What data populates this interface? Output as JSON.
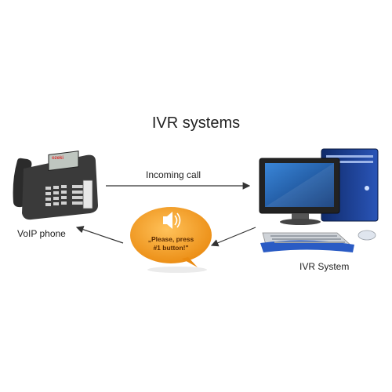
{
  "title": "IVR systems",
  "labels": {
    "incoming_call": "Incoming call",
    "voip_phone": "VoIP phone",
    "ivr_system": "IVR System"
  },
  "bubble": {
    "line1": "„Please, press",
    "line2": "#1 button!\""
  },
  "phone_brand": "ozeki",
  "colors": {
    "bubble": "#f39a1c",
    "monitor_screen": "#1f5fae",
    "tower": "#1a3a8c",
    "keyboard_base": "#2a5bc4"
  },
  "icons": [
    "phone-icon",
    "computer-icon",
    "speech-bubble-icon",
    "sound-icon"
  ]
}
